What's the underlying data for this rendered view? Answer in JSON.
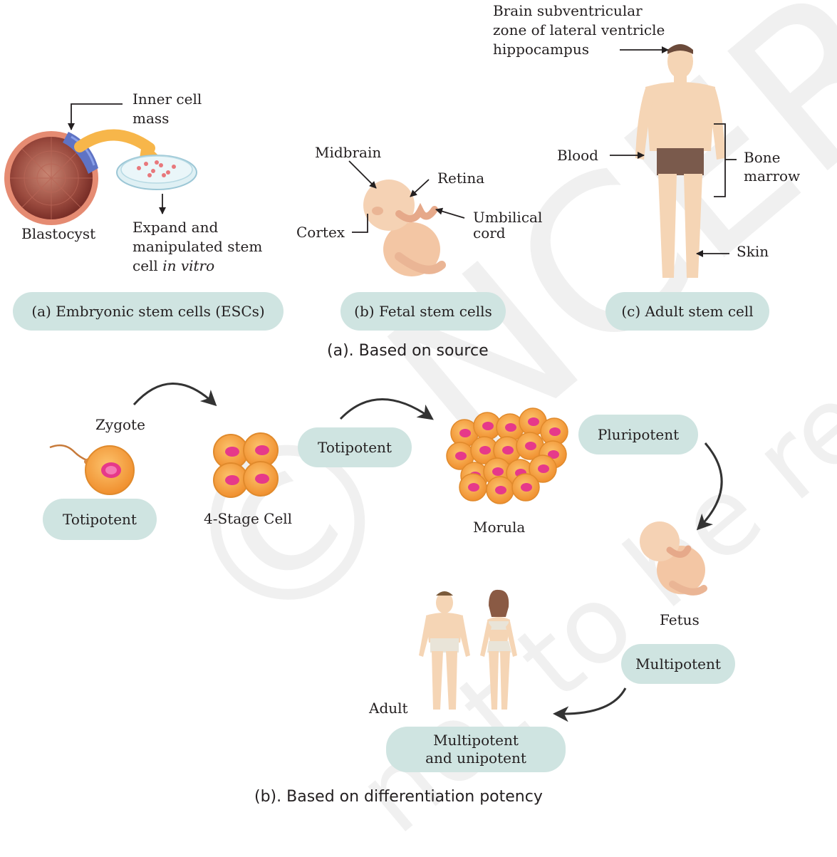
{
  "watermark": {
    "line1": "© NCERT",
    "line2": "not to be republished"
  },
  "panel_a": {
    "blastocyst": {
      "label": "Blastocyst",
      "inner_cell_mass": "Inner cell\nmass",
      "expand_prefix": "Expand and\nmanipulated stem\ncell ",
      "expand_italic": "in vitro"
    },
    "fetal": {
      "midbrain": "Midbrain",
      "retina": "Retina",
      "cortex": "Cortex",
      "umbilical": "Umbilical\ncord"
    },
    "adult": {
      "brain": "Brain subventricular\nzone of lateral ventricle\nhippocampus",
      "blood": "Blood",
      "bone_marrow": "Bone\nmarrow",
      "skin": "Skin"
    },
    "pills": {
      "esc": "(a) Embryonic stem cells (ESCs)",
      "fetal": "(b) Fetal stem cells",
      "adult": "(c) Adult stem cell"
    },
    "caption": "(a). Based on source"
  },
  "panel_b": {
    "zygote": "Zygote",
    "totipotent_1": "Totipotent",
    "four_stage": "4-Stage Cell",
    "totipotent_2": "Totipotent",
    "morula": "Morula",
    "pluripotent": "Pluripotent",
    "fetus": "Fetus",
    "multipotent": "Multipotent",
    "adult": "Adult",
    "multi_uni": "Multipotent\nand unipotent",
    "caption": "(b). Based on differentiation potency"
  },
  "colors": {
    "pill": "#cfe4e1",
    "skin": "#f5d5b5",
    "cell": "#f7a84a",
    "nucleus": "#e6398a",
    "brief": "#7a5a4c"
  }
}
